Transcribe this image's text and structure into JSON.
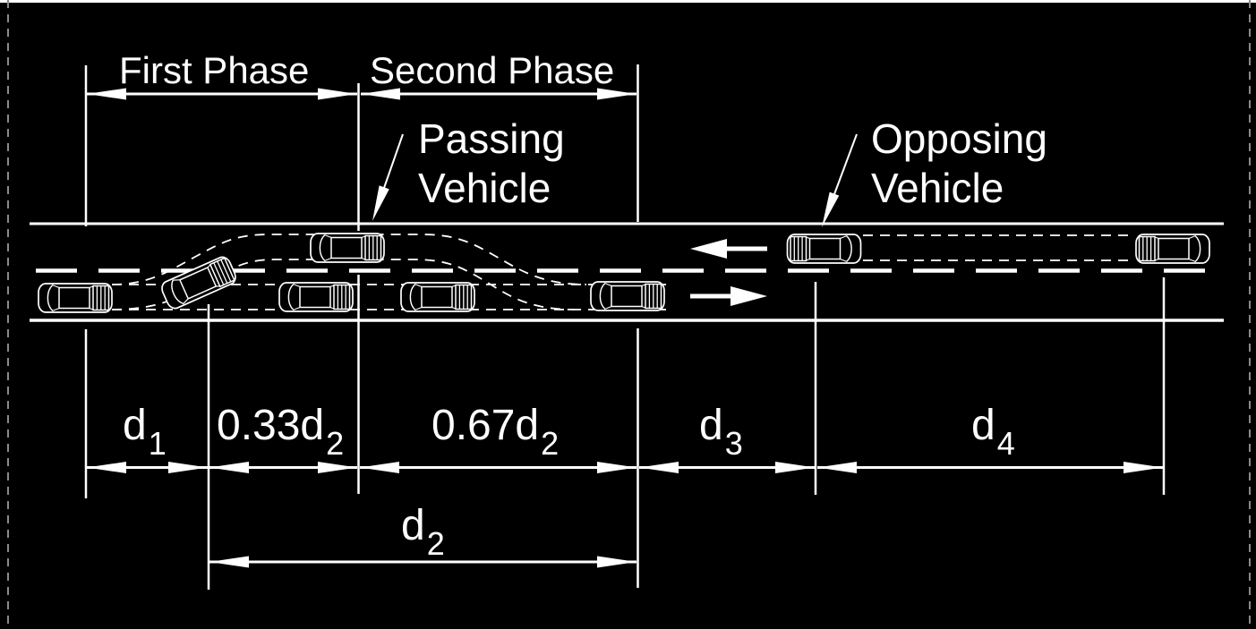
{
  "diagram": {
    "background_color": "#000000",
    "line_color": "#ffffff",
    "border_color": "#8a8a8a",
    "phases": {
      "first": "First Phase",
      "second": "Second Phase"
    },
    "callouts": {
      "passing": {
        "line1": "Passing",
        "line2": "Vehicle"
      },
      "opposing": {
        "line1": "Opposing",
        "line2": "Vehicle"
      }
    },
    "dimensions": {
      "d1": {
        "base": "d",
        "sub": "1"
      },
      "seg33": {
        "base": "0.33d",
        "sub": "2"
      },
      "seg67": {
        "base": "0.67d",
        "sub": "2"
      },
      "d3": {
        "base": "d",
        "sub": "3"
      },
      "d4": {
        "base": "d",
        "sub": "4"
      },
      "d2": {
        "base": "d",
        "sub": "2"
      }
    }
  }
}
